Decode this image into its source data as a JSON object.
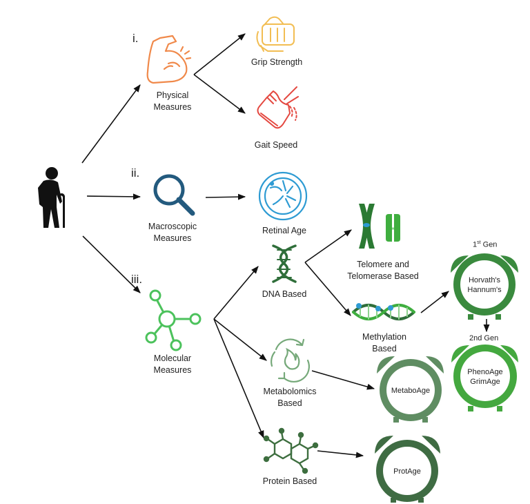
{
  "steps": {
    "one": "i.",
    "two": "ii.",
    "three": "iii."
  },
  "labels": {
    "physical": [
      "Physical",
      "Measures"
    ],
    "grip": "Grip Strength",
    "gait": "Gait Speed",
    "macro": [
      "Macroscopic",
      "Measures"
    ],
    "retinal": "Retinal Age",
    "molecular": [
      "Molecular",
      "Measures"
    ],
    "dna": "DNA Based",
    "telomere": [
      "Telomere and",
      "Telomerase Based"
    ],
    "methylation": [
      "Methylation",
      "Based"
    ],
    "metabolomics": [
      "Metabolomics",
      "Based"
    ],
    "protein": "Protein Based"
  },
  "generations": {
    "first_num": "1",
    "first_sup": "st",
    "first_rest": " Gen",
    "second": "2nd Gen"
  },
  "clocks": {
    "horvath": [
      "Horvath's",
      "Hannum's"
    ],
    "pheno": [
      "PhenoAge",
      "GrimAge"
    ],
    "metabo": "MetaboAge",
    "prot": "ProtAge"
  },
  "colors": {
    "physical": "#f0894a",
    "grip": "#f2bd52",
    "gait": "#e44840",
    "macro": "#235a7e",
    "retinal": "#2e9bd3",
    "molecular": "#4cc25c",
    "dna": "#2f6e3a",
    "metabo": "#76a97a",
    "protein": "#3d6e3f",
    "clock_horvath": "#3a8a3e",
    "clock_pheno": "#44a83f",
    "clock_metabo": "#5f8d62",
    "clock_prot": "#3f6c43"
  },
  "icons": [
    "elderly-person-icon",
    "flexed-arm-icon",
    "hand-grip-icon",
    "running-shoe-icon",
    "magnifier-icon",
    "eye-retina-icon",
    "molecule-network-icon",
    "dna-helix-icon",
    "chromosome-icon",
    "methylated-dna-icon",
    "recycle-flame-icon",
    "protein-structure-icon",
    "alarm-clock-icon"
  ]
}
